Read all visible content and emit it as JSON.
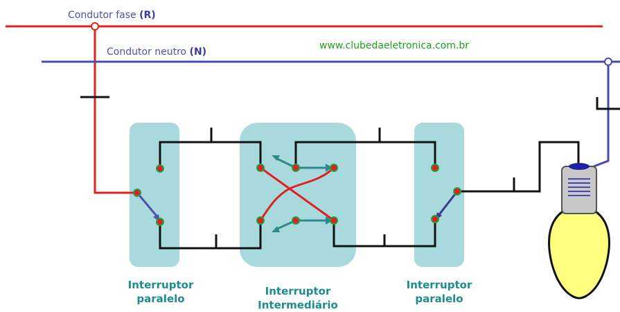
{
  "labels": {
    "phase_text": "Condutor fase ",
    "phase_code": "(R)",
    "neutral_text": "Condutor neutro ",
    "neutral_code": "(N)",
    "website": "www.clubedaeletronica.com.br"
  },
  "captions": {
    "left_switch_line1": "Interruptor",
    "left_switch_line2": "paralelo",
    "middle_switch_line1": "Interruptor",
    "middle_switch_line2": "Intermediário",
    "right_switch_line1": "Interruptor",
    "right_switch_line2": "paralelo"
  },
  "colors": {
    "phase_wire": "#e02020",
    "neutral_wire": "#4848b0",
    "return_wire": "#111111",
    "switch_box": "#a8dadd",
    "terminal": "#e02020",
    "terminal_center": "#20a040",
    "lever": "#5050b0",
    "arrow": "#2e8a8a",
    "bulb_glass": "#ffff80",
    "bulb_base": "#c8c8c8"
  }
}
